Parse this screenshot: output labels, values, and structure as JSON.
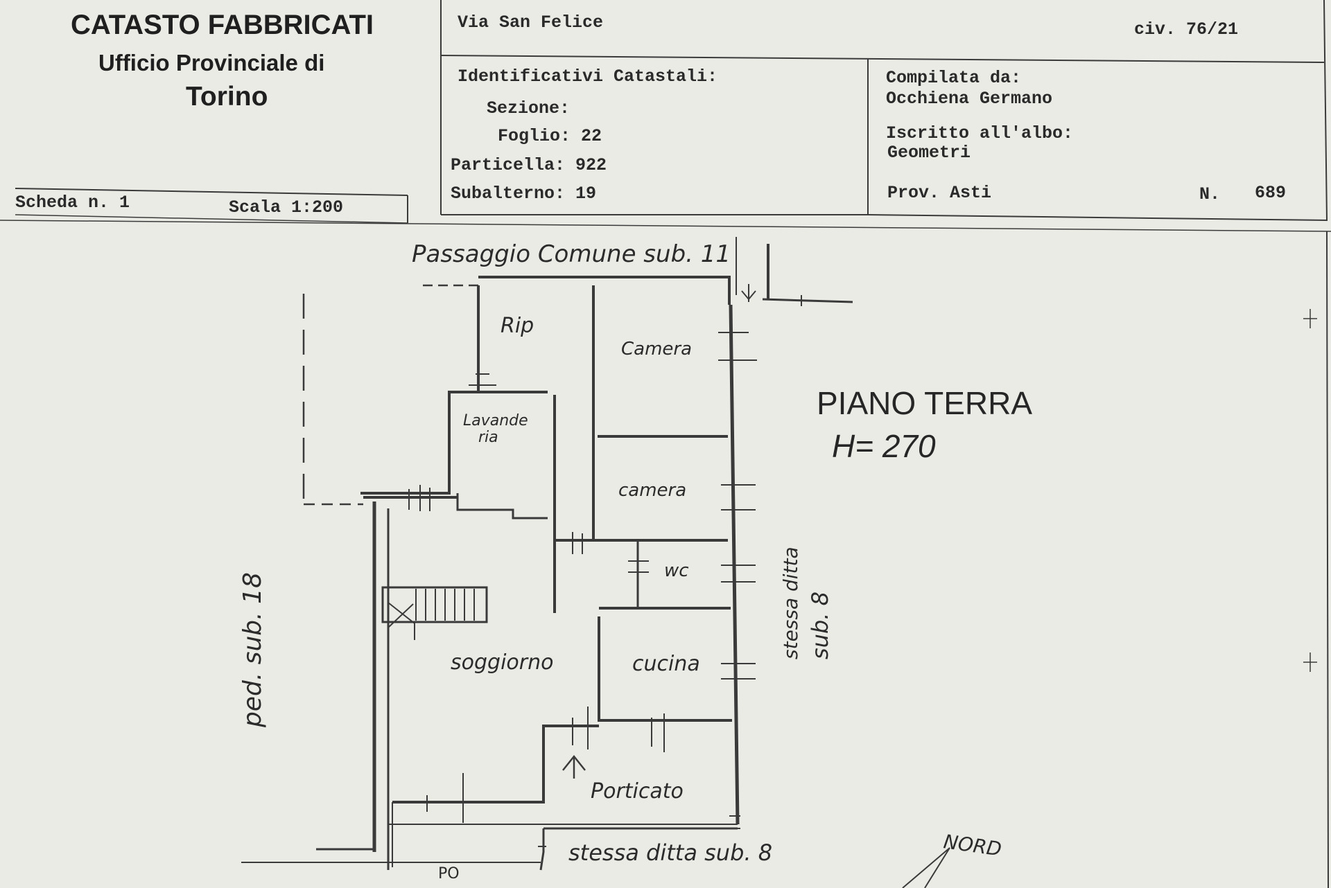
{
  "header": {
    "office_title": "CATASTO FABBRICATI",
    "office_sub1": "Ufficio Provinciale di",
    "office_sub2": "Torino",
    "sheet": "Scheda n. 1",
    "scale": "Scala 1:200",
    "address": "Via San Felice",
    "civic": "civ. 76/21"
  },
  "identifiers": {
    "heading": "Identificativi Catastali:",
    "sezione_label": "Sezione:",
    "foglio": "Foglio: 22",
    "particella": "Particella: 922",
    "subalterno": "Subalterno: 19"
  },
  "compiler": {
    "compiled_label": "Compilata da:",
    "name": "Occhiena Germano",
    "registered_label": "Iscritto all'albo:",
    "profession": "Geometri",
    "province": "Prov. Asti",
    "number_label": "N.",
    "number": "689"
  },
  "plan": {
    "floor_title": "PIANO TERRA",
    "height": "H= 270",
    "top_label": "Passaggio Comune sub. 11",
    "left_label": "ped. sub. 18",
    "right_label_1": "stessa ditta",
    "right_label_2": "sub. 8",
    "bottom_label": "stessa ditta sub. 8",
    "bottom_small": "PO",
    "north": "NORD",
    "rooms": {
      "rip": "Rip",
      "camera1": "Camera",
      "camera2": "camera",
      "lavanderia_1": "Lavande",
      "lavanderia_2": "ria",
      "wc": "wc",
      "soggiorno": "soggiorno",
      "cucina": "cucina",
      "porticato": "Porticato"
    }
  }
}
